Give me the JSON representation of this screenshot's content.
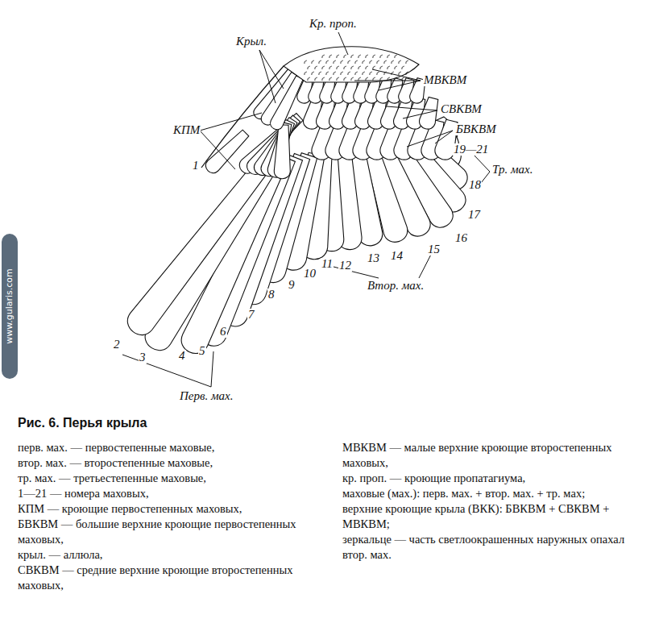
{
  "diagram": {
    "caption": "Рис. 6. Перья крыла",
    "labels": [
      "Кр. проп.",
      "Крыл.",
      "МВКВМ",
      "СВКВМ",
      "БВКВМ",
      "КПМ",
      "1",
      "19—21",
      "Тр. мах.",
      "18",
      "17",
      "16",
      "15",
      "14",
      "13",
      "12",
      "11",
      "10",
      "9",
      "8",
      "7",
      "6",
      "5",
      "4",
      "3",
      "2",
      "Втор. мах.",
      "Перв. мах.",
      "www.gularis.com",
      "перв. мах. — первостепенные маховые,",
      "втор. мах. — второстепенные маховые,",
      "тр. мах. — третьестепенные маховые,",
      "1—21 — номера маховых,",
      "КПМ — кроющие первостепенных маховых,",
      "БВКВМ — большие верхние кроющие первостепенных маховых,",
      "крыл. — аллюла,",
      "СВКВМ — средние верхние кроющие второстепенных маховых,",
      "МВКВМ — малые верхние кроющие второстепенных маховых,",
      "кр. проп. — кроющие пропатагиума,",
      "маховые (мах.): перв. мах. + втор. мах. + тр. мах;",
      "верхние кроющие крыла (ВКК): БВКВМ + СВКВМ + МВКВМ;",
      "зеркальце — часть светлоокрашенных наружных опахал втор. мах."
    ]
  }
}
